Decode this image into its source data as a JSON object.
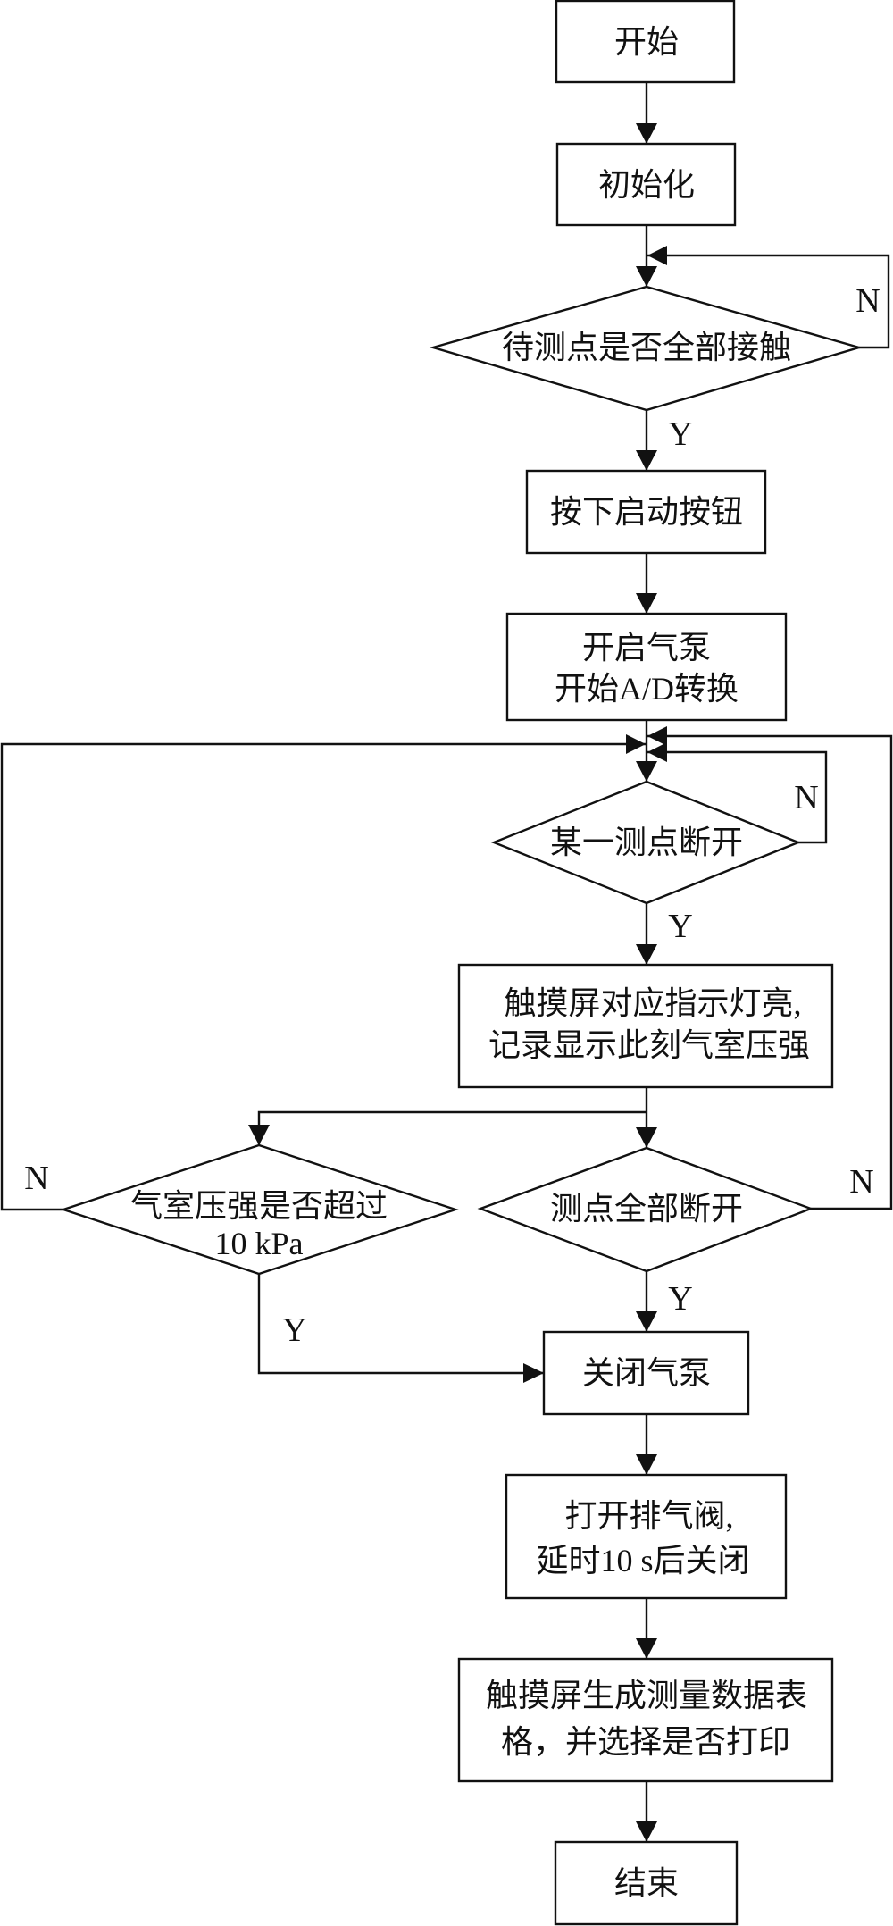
{
  "diagram": {
    "type": "flowchart",
    "nodes": {
      "start": {
        "kind": "terminal",
        "lines": [
          "开始"
        ]
      },
      "init": {
        "kind": "process",
        "lines": [
          "初始化"
        ]
      },
      "check_contact": {
        "kind": "decision",
        "lines": [
          "待测点是否全部接触"
        ]
      },
      "press_start": {
        "kind": "process",
        "lines": [
          "按下启动按钮"
        ]
      },
      "pump_on": {
        "kind": "process",
        "lines": [
          "开启气泵",
          "开始A/D转换"
        ]
      },
      "point_break": {
        "kind": "decision",
        "lines": [
          "某一测点断开"
        ]
      },
      "record": {
        "kind": "process",
        "lines": [
          "触摸屏对应指示灯亮,",
          "记录显示此刻气室压强"
        ]
      },
      "pressure_check": {
        "kind": "decision",
        "lines": [
          "气室压强是否超过",
          "10 kPa"
        ]
      },
      "all_break": {
        "kind": "decision",
        "lines": [
          "测点全部断开"
        ]
      },
      "pump_off": {
        "kind": "process",
        "lines": [
          "关闭气泵"
        ]
      },
      "exhaust": {
        "kind": "process",
        "lines": [
          "打开排气阀,",
          "延时10 s后关闭"
        ]
      },
      "table": {
        "kind": "process",
        "lines": [
          "触摸屏生成测量数据表",
          "格，并选择是否打印"
        ]
      },
      "end": {
        "kind": "terminal",
        "lines": [
          "结束"
        ]
      }
    },
    "edges": [
      {
        "from": "start",
        "to": "init",
        "label": ""
      },
      {
        "from": "init",
        "to": "check_contact",
        "label": ""
      },
      {
        "from": "check_contact",
        "to": "check_contact",
        "label": "N"
      },
      {
        "from": "check_contact",
        "to": "press_start",
        "label": "Y"
      },
      {
        "from": "press_start",
        "to": "pump_on",
        "label": ""
      },
      {
        "from": "pump_on",
        "to": "point_break",
        "label": ""
      },
      {
        "from": "point_break",
        "to": "point_break",
        "label": "N"
      },
      {
        "from": "point_break",
        "to": "record",
        "label": "Y"
      },
      {
        "from": "record",
        "to": "pressure_check",
        "label": ""
      },
      {
        "from": "record",
        "to": "all_break",
        "label": ""
      },
      {
        "from": "pressure_check",
        "to": "point_break",
        "label": "N"
      },
      {
        "from": "pressure_check",
        "to": "pump_off",
        "label": "Y"
      },
      {
        "from": "all_break",
        "to": "point_break",
        "label": "N"
      },
      {
        "from": "all_break",
        "to": "pump_off",
        "label": "Y"
      },
      {
        "from": "pump_off",
        "to": "exhaust",
        "label": ""
      },
      {
        "from": "exhaust",
        "to": "table",
        "label": ""
      },
      {
        "from": "table",
        "to": "end",
        "label": ""
      }
    ],
    "branch_labels": {
      "yes": "Y",
      "no": "N"
    }
  }
}
